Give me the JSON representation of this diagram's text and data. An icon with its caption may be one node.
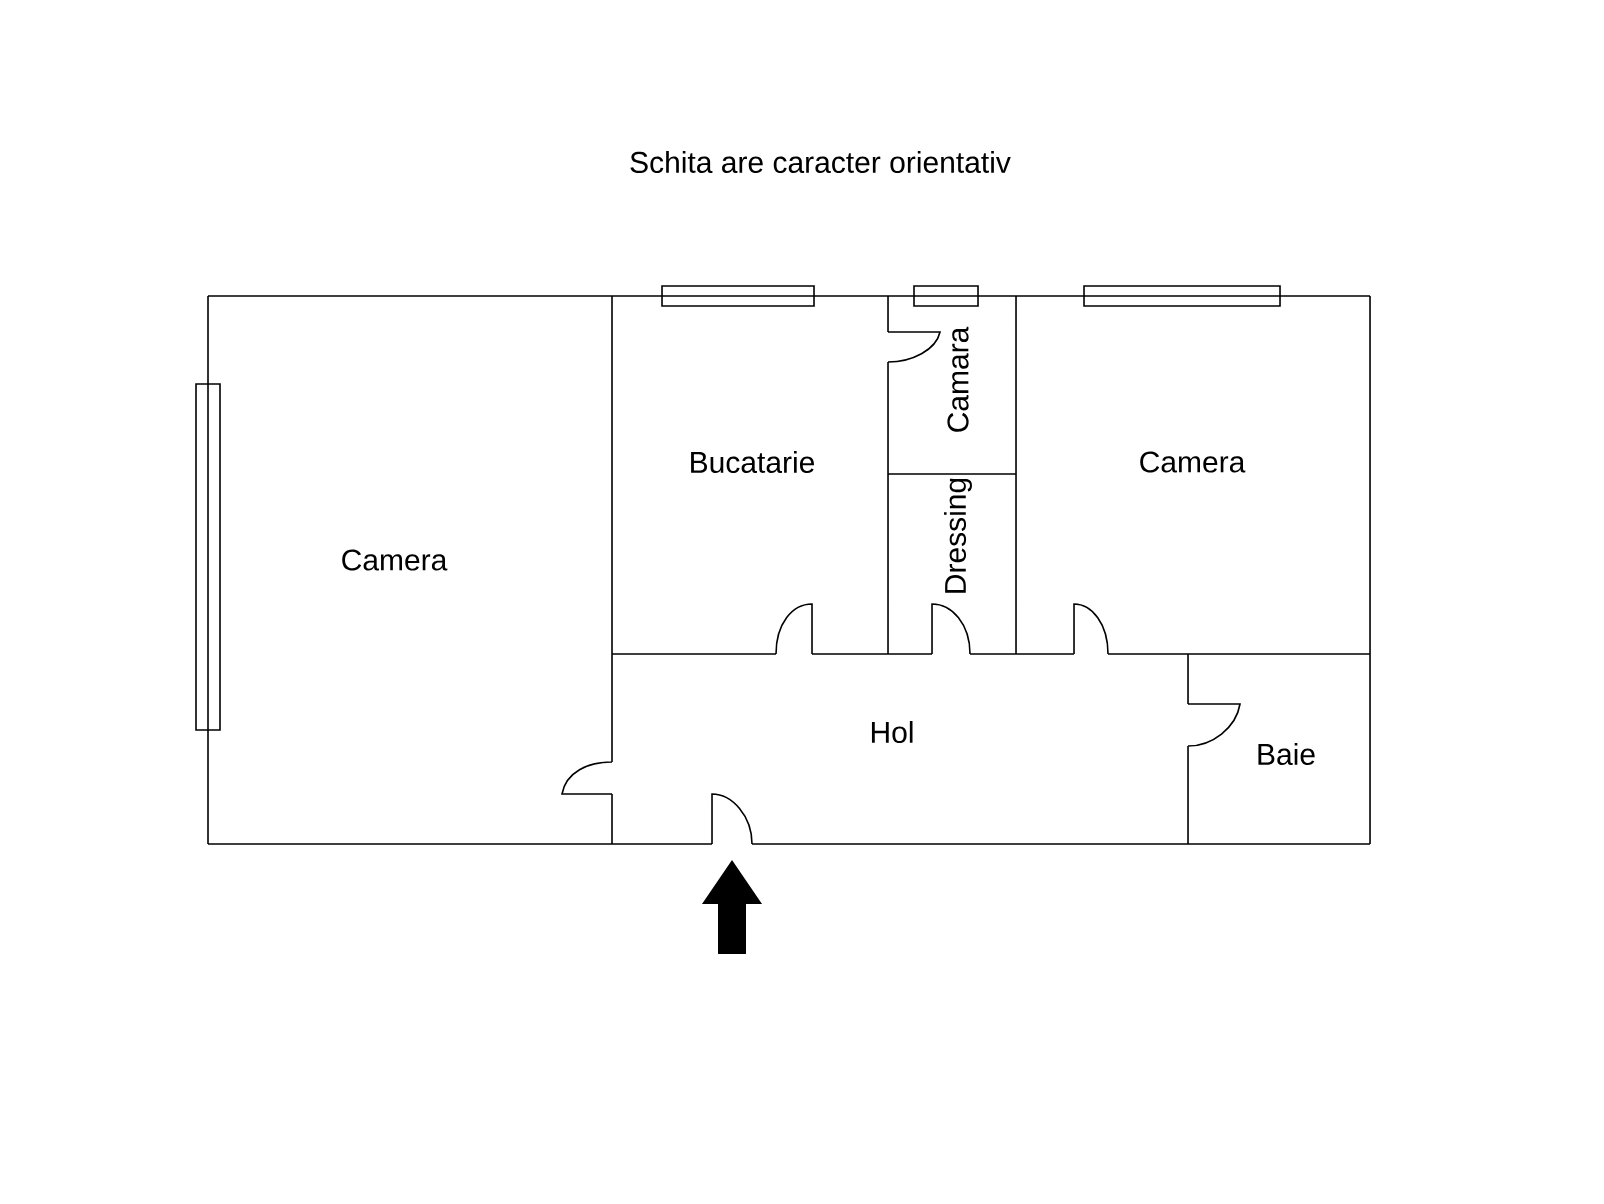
{
  "diagram": {
    "title": "Schita are caracter orientativ",
    "nodes": [
      {
        "text": [
          "Camera"
        ]
      },
      {
        "text": [
          "Bucatarie"
        ]
      },
      {
        "text": [
          "Camara"
        ]
      },
      {
        "text": [
          "Dressing"
        ]
      },
      {
        "text": [
          "Camera"
        ]
      },
      {
        "text": [
          "Hol"
        ]
      },
      {
        "text": [
          "Baie"
        ]
      }
    ]
  }
}
